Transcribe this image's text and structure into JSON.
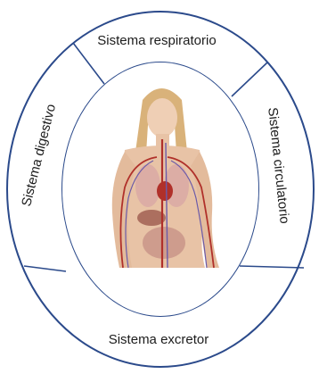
{
  "diagram": {
    "labels": {
      "top": "Sistema respiratorio",
      "left": "Sistema digestivo",
      "right": "Sistema circulatorio",
      "bottom": "Sistema excretor"
    },
    "colors": {
      "ring": "#2b4a8b",
      "skin": "#e8c3a6",
      "hair": "#d9b27a",
      "artery": "#b0302a",
      "vein": "#6b5aa8"
    },
    "image": {
      "name": "human-body-circulatory-illustration"
    }
  }
}
